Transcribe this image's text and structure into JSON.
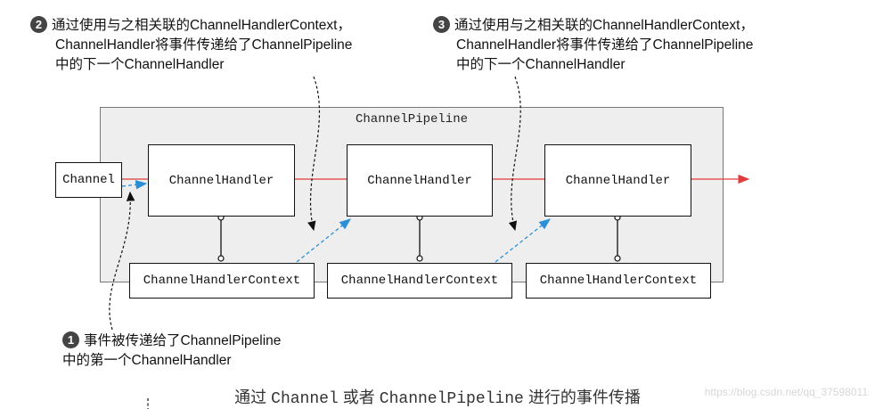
{
  "callouts": [
    {
      "num": "2",
      "lines": [
        "通过使用与之相关联的ChannelHandlerContext，",
        "ChannelHandler将事件传递给了ChannelPipeline",
        "中的下一个ChannelHandler"
      ]
    },
    {
      "num": "3",
      "lines": [
        "通过使用与之相关联的ChannelHandlerContext，",
        "ChannelHandler将事件传递给了ChannelPipeline",
        "中的下一个ChannelHandler"
      ]
    },
    {
      "num": "1",
      "lines": [
        "事件被传递给了ChannelPipeline",
        "中的第一个ChannelHandler"
      ]
    }
  ],
  "diagram": {
    "pipeline_label": "ChannelPipeline",
    "channel_label": "Channel",
    "handlers": [
      "ChannelHandler",
      "ChannelHandler",
      "ChannelHandler"
    ],
    "contexts": [
      "ChannelHandlerContext",
      "ChannelHandlerContext",
      "ChannelHandlerContext"
    ]
  },
  "caption": {
    "p1": "通过 ",
    "m1": "Channel",
    "p2": " 或者 ",
    "m2": "ChannelPipeline",
    "p3": " 进行的事件传播"
  },
  "watermark": "https://blog.csdn.net/qq_37598011",
  "colors": {
    "event_flow": "#e33b3b",
    "context_flow": "#2a8fd6",
    "pipeline_fill": "#eeeeee",
    "badge": "#444444"
  }
}
